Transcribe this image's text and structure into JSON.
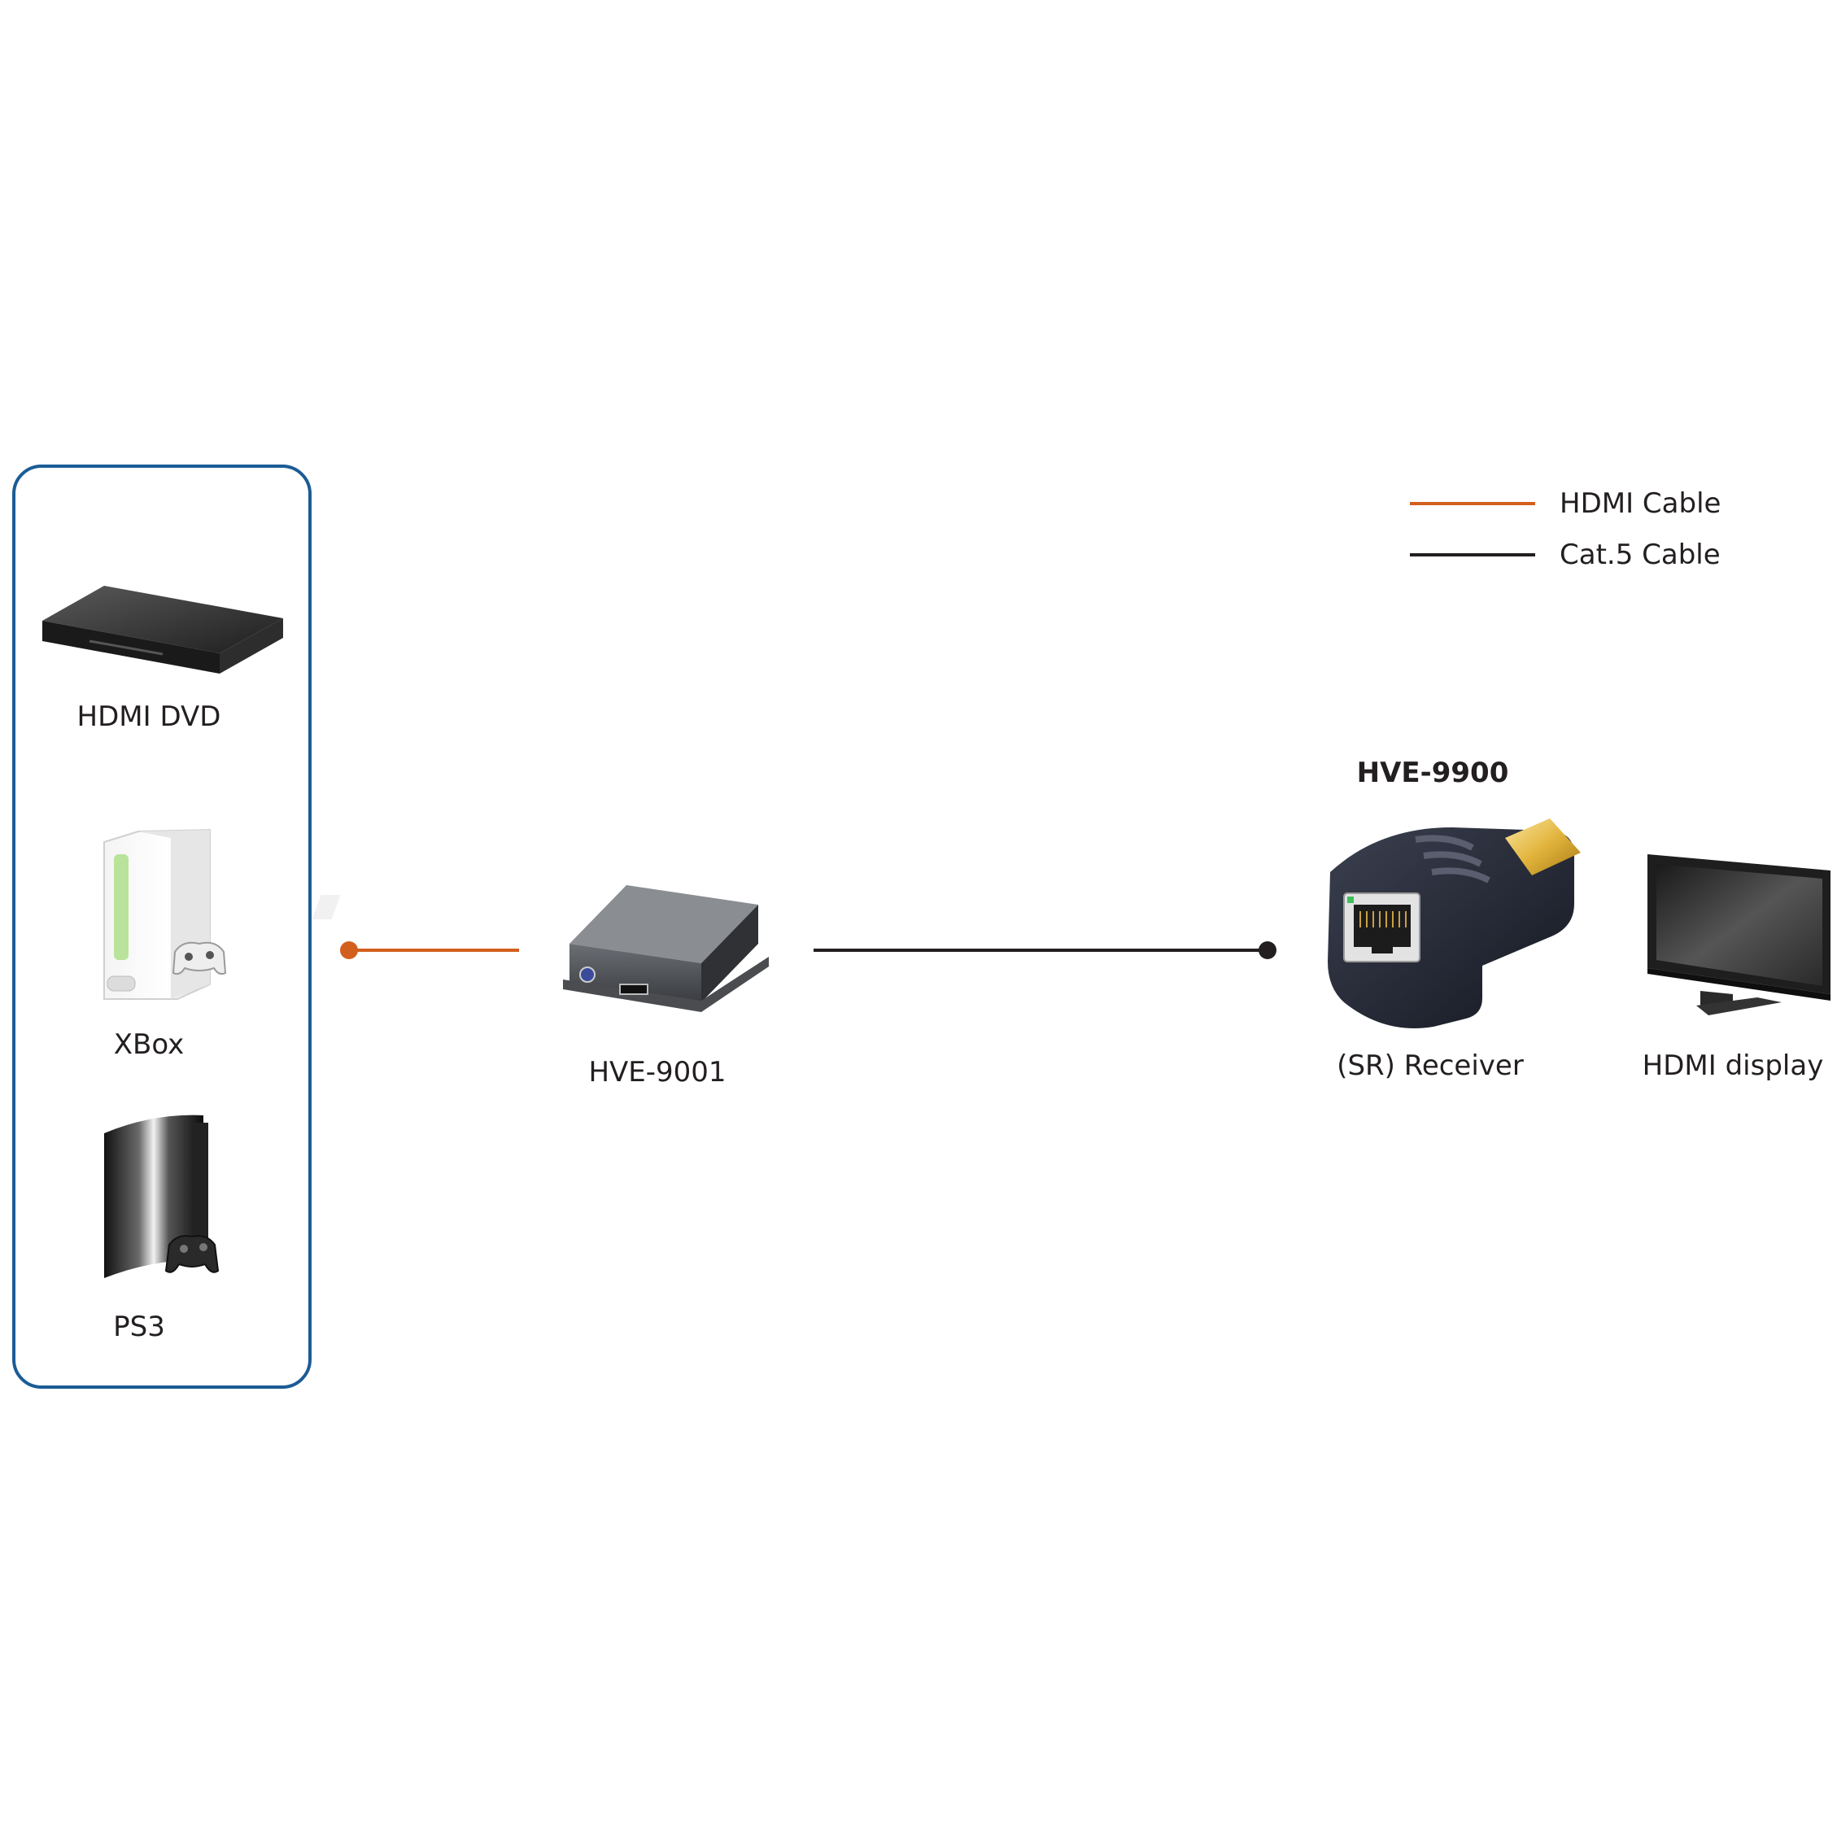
{
  "legend": {
    "hdmi_cable": {
      "label": "HDMI Cable",
      "color": "#d35f1e"
    },
    "cat5_cable": {
      "label": "Cat.5 Cable",
      "color": "#231f20"
    }
  },
  "sources": [
    {
      "label": "HDMI DVD",
      "icon": "dvd-player-icon"
    },
    {
      "label": "XBox",
      "icon": "xbox-console-icon"
    },
    {
      "label": "PS3",
      "icon": "ps3-console-icon"
    }
  ],
  "transmitter": {
    "label": "HVE-9001",
    "icon": "hdmi-extender-transmitter-icon"
  },
  "receiver": {
    "model": "HVE-9900",
    "label": "(SR) Receiver",
    "icon": "rj45-hdmi-receiver-icon"
  },
  "display": {
    "label": "HDMI display",
    "icon": "monitor-icon"
  },
  "colors": {
    "source_box_border": "#1b5c96",
    "hdmi_cable": "#d35f1e",
    "cat5_cable": "#231f20"
  }
}
